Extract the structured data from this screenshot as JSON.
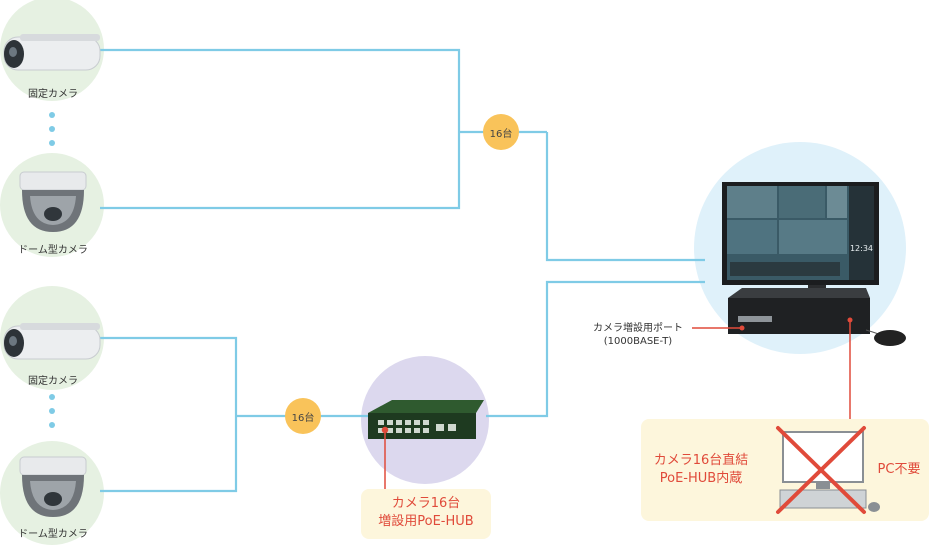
{
  "cameras": {
    "fixed_label": "固定カメラ",
    "dome_label": "ドーム型カメラ"
  },
  "badges": {
    "top": "16台",
    "bottom": "16台"
  },
  "poe_hub": {
    "caption_line1": "カメラ16台",
    "caption_line2": "増設用PoE-HUB"
  },
  "recorder": {
    "port_label_line1": "カメラ増設用ポート",
    "port_label_line2": "(1000BASE-T)",
    "screen_time": "12:34"
  },
  "callout": {
    "line1": "カメラ16台直結",
    "line2": "PoE-HUB内蔵",
    "pc_label": "PC不要"
  },
  "colors": {
    "line": "#7fcbe6",
    "badge": "#f9c35a",
    "accent_red": "#e04a3a",
    "camera_bg": "#e6f1e2",
    "hub_bg": "#dcd8ee",
    "recorder_bg": "#dff1fa",
    "callout_bg": "#fdf6dc"
  }
}
